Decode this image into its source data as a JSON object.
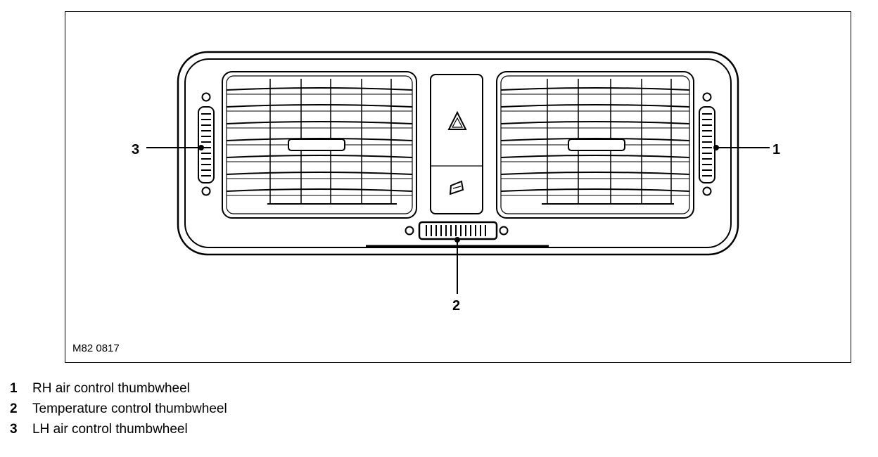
{
  "figure": {
    "id": "M82 0817",
    "callouts": [
      {
        "number": "1"
      },
      {
        "number": "2"
      },
      {
        "number": "3"
      }
    ]
  },
  "legend": [
    {
      "number": "1",
      "label": "RH air control thumbwheel"
    },
    {
      "number": "2",
      "label": "Temperature control thumbwheel"
    },
    {
      "number": "3",
      "label": "LH air control thumbwheel"
    }
  ],
  "icons": {
    "center_top_button": "hazard-warning-triangle-icon",
    "center_bottom_button": "door-lock-icon"
  }
}
